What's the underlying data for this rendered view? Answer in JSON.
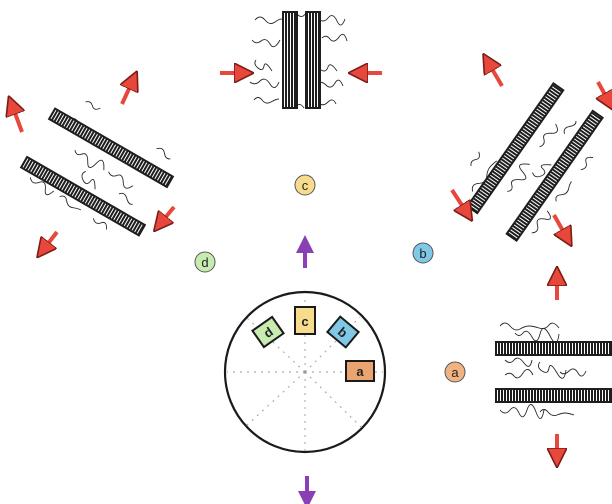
{
  "labels": {
    "a": "a",
    "b": "b",
    "c": "c",
    "d": "d"
  },
  "colors": {
    "a": "#f2b382",
    "b": "#7fc8e6",
    "c": "#f7dc8e",
    "d": "#c8ecb0",
    "arrow_red": "#e8473c",
    "arrow_purple": "#8a3fb5",
    "bar": "#1e1e1e",
    "chain": "#2a2a2a"
  },
  "icons": {
    "red_arrow": "arrow-red-icon",
    "purple_arrow": "arrow-purple-icon"
  }
}
